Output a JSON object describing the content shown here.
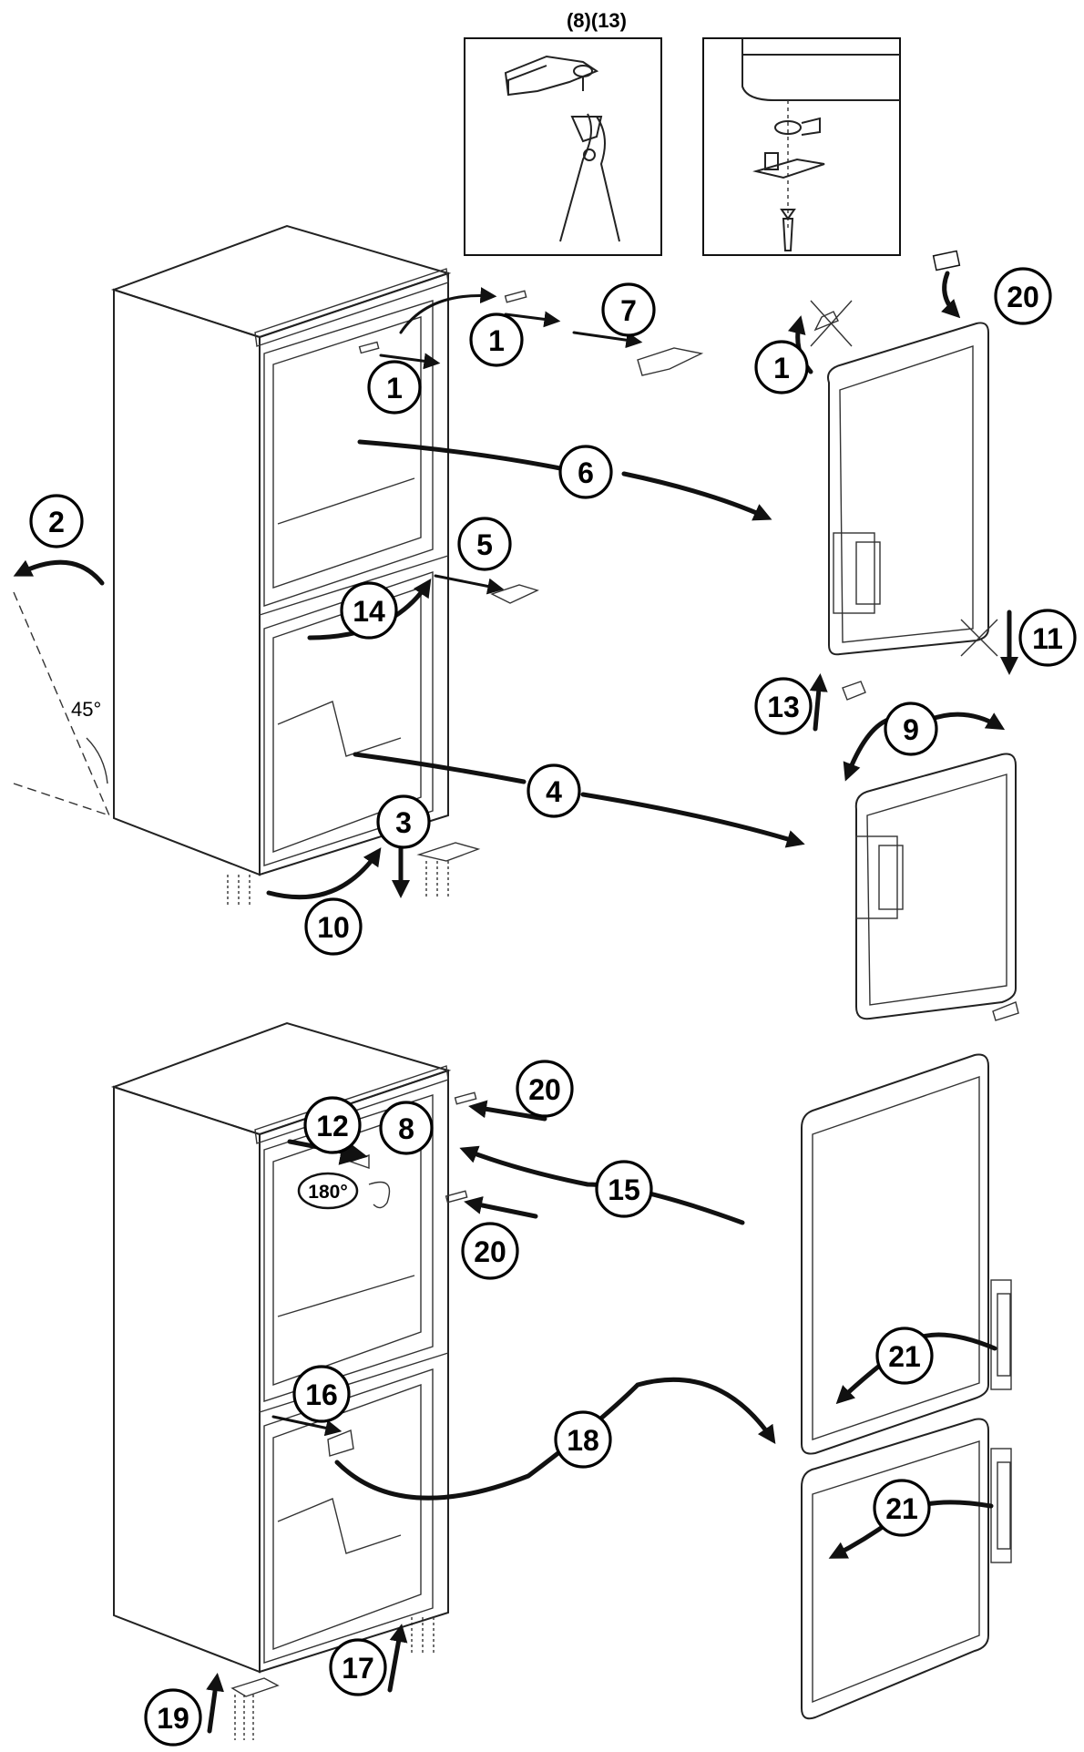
{
  "inset": {
    "caption": "(8)(13)"
  },
  "angle_label": "45°",
  "rotation_label": "180°",
  "steps": {
    "s1a": "1",
    "s1b": "1",
    "s1c": "1",
    "s2": "2",
    "s3": "3",
    "s4": "4",
    "s5": "5",
    "s6": "6",
    "s7": "7",
    "s8": "8",
    "s9": "9",
    "s10": "10",
    "s11": "11",
    "s12": "12",
    "s13": "13",
    "s14": "14",
    "s15": "15",
    "s16": "16",
    "s17": "17",
    "s18": "18",
    "s19": "19",
    "s20a": "20",
    "s20b": "20",
    "s20c": "20",
    "s21a": "21",
    "s21b": "21"
  },
  "colors": {
    "ink": "#111111",
    "paper": "#ffffff"
  }
}
